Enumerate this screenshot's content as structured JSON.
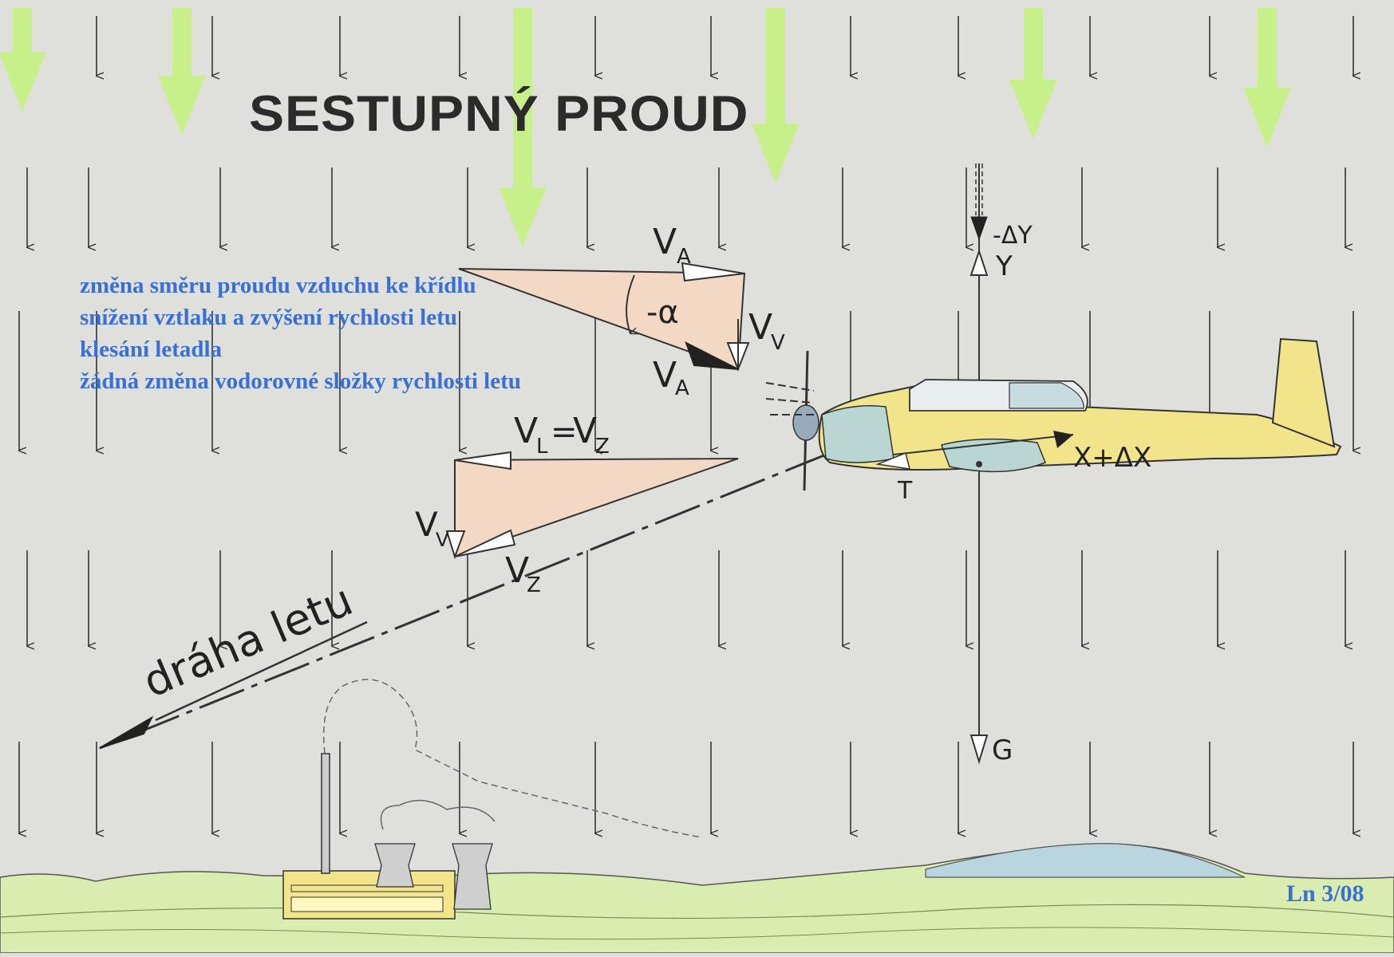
{
  "title": "SESTUPNÝ PROUD",
  "notes": [
    "změna směru proudu vzduchu ke křídlu",
    "snížení vztlaku a zvýšení rychlosti letu",
    "klesání letadla",
    "žádná změna vodorovné složky rychlosti letu"
  ],
  "labels": {
    "va": "V",
    "va_sub": "A",
    "alpha": "-α",
    "vv_top": "V",
    "vv_top_sub": "V",
    "va_prime": "V",
    "va_prime_sub": "A",
    "vl": "V",
    "vl_sub": "L",
    "eq": "=",
    "vz": "V",
    "vz_sub": "Z",
    "vv_bottom": "V",
    "vv_bottom_sub": "V",
    "vz_prime": "V",
    "vz_prime_sub": "Z",
    "delta_y": "-ΔY",
    "y": "Y",
    "x_delta": "X+ΔX",
    "t": "T",
    "g": "G",
    "flight_path": "dráha letu"
  },
  "page_ref": "Ln 3/08",
  "colors": {
    "background": "#dfe0dc",
    "downdraft_arrow": "#c8f08a",
    "triangle_fill": "#f3d9c4",
    "aircraft_body": "#f2e48a",
    "aircraft_trim": "#b9d6d2",
    "text_blue": "#3a6fd8",
    "ground_green": "#d9edb0"
  }
}
